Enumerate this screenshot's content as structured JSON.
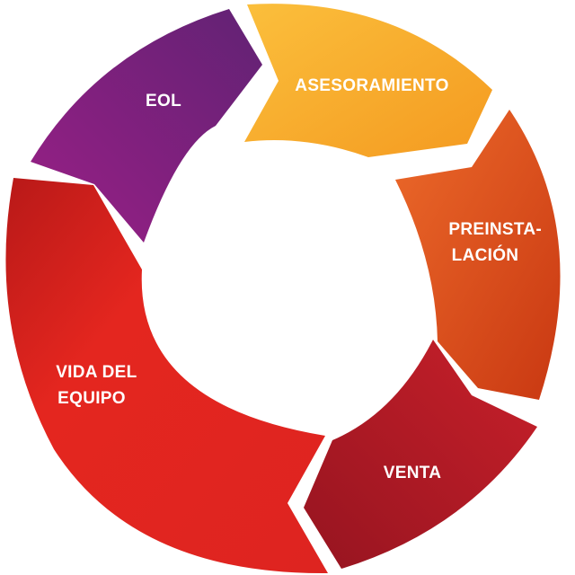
{
  "diagram": {
    "segments": [
      {
        "id": "asesoramiento",
        "lines": [
          "ASESORAMIENTO"
        ],
        "color_start": "#FBBF3C",
        "color_end": "#F49A20"
      },
      {
        "id": "preinstalacion",
        "lines": [
          "PREINSTA-",
          "LACIÓN"
        ],
        "color_start": "#EC6A2A",
        "color_end": "#C93812"
      },
      {
        "id": "venta",
        "lines": [
          "VENTA"
        ],
        "color_start": "#C8202A",
        "color_end": "#961420"
      },
      {
        "id": "vida-del-equipo",
        "lines": [
          "VIDA DEL",
          "EQUIPO"
        ],
        "color_start": "#E4261F",
        "color_end": "#B81918"
      },
      {
        "id": "eol",
        "lines": [
          "EOL"
        ],
        "color_start": "#9A1F86",
        "color_end": "#612274"
      }
    ]
  }
}
